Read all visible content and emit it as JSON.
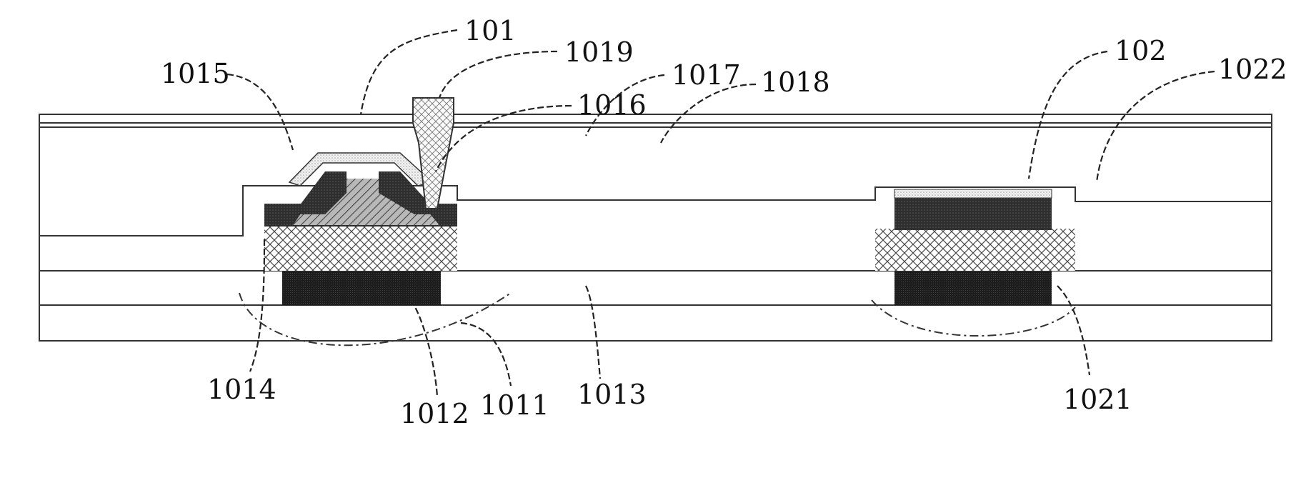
{
  "labels": {
    "l101": "101",
    "l1019": "1019",
    "l1015": "1015",
    "l1016": "1016",
    "l1017": "1017",
    "l1018": "1018",
    "l102": "102",
    "l1022": "1022",
    "l1014": "1014",
    "l1012": "1012",
    "l1011": "1011",
    "l1013": "1013",
    "l1021": "1021"
  }
}
